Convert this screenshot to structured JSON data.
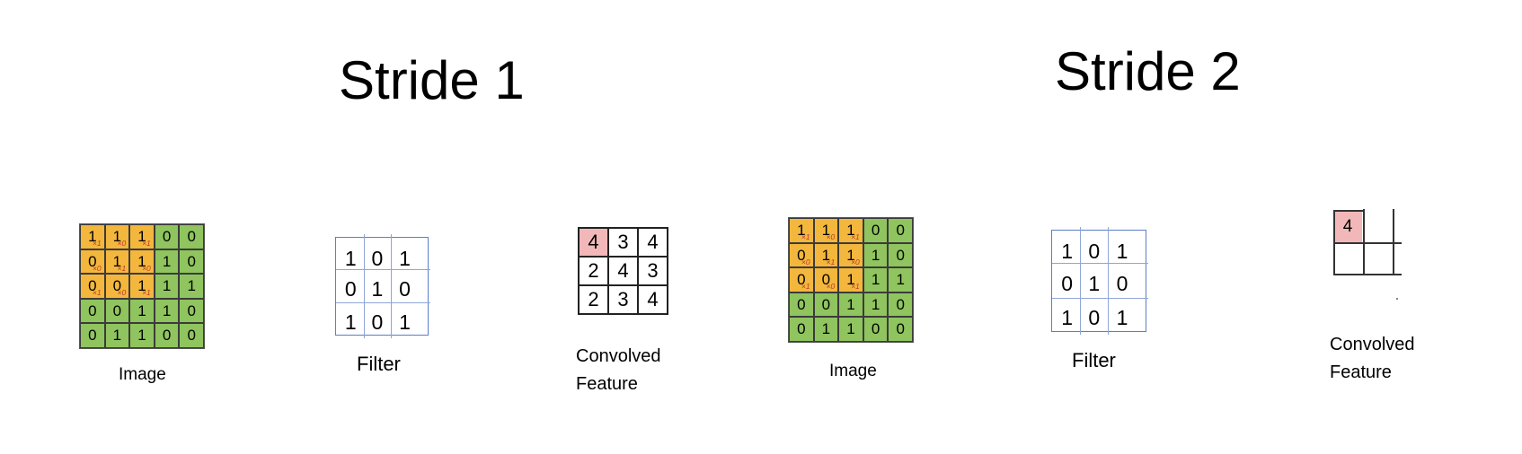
{
  "titles": {
    "left": "Stride 1",
    "right": "Stride 2"
  },
  "colors": {
    "highlight_orange": "#f3b73d",
    "base_green": "#8fc45e",
    "feature_highlight": "#f2b8b9",
    "filter_border": "#5b7fc6",
    "weight_red": "#c0392b"
  },
  "image": {
    "label": "Image",
    "values": [
      [
        1,
        1,
        1,
        0,
        0
      ],
      [
        0,
        1,
        1,
        1,
        0
      ],
      [
        0,
        0,
        1,
        1,
        1
      ],
      [
        0,
        0,
        1,
        1,
        0
      ],
      [
        0,
        1,
        1,
        0,
        0
      ]
    ],
    "kernel_weights": [
      [
        "×1",
        "×0",
        "×1"
      ],
      [
        "×0",
        "×1",
        "×0"
      ],
      [
        "×1",
        "×0",
        "×1"
      ]
    ]
  },
  "filter": {
    "label": "Filter",
    "values": [
      [
        1,
        0,
        1
      ],
      [
        0,
        1,
        0
      ],
      [
        1,
        0,
        1
      ]
    ]
  },
  "feature_left": {
    "label_line1": "Convolved",
    "label_line2": "Feature",
    "values": [
      [
        4,
        3,
        4
      ],
      [
        2,
        4,
        3
      ],
      [
        2,
        3,
        4
      ]
    ]
  },
  "feature_right": {
    "label_line1": "Convolved",
    "label_line2": "Feature",
    "first_value": 4
  }
}
